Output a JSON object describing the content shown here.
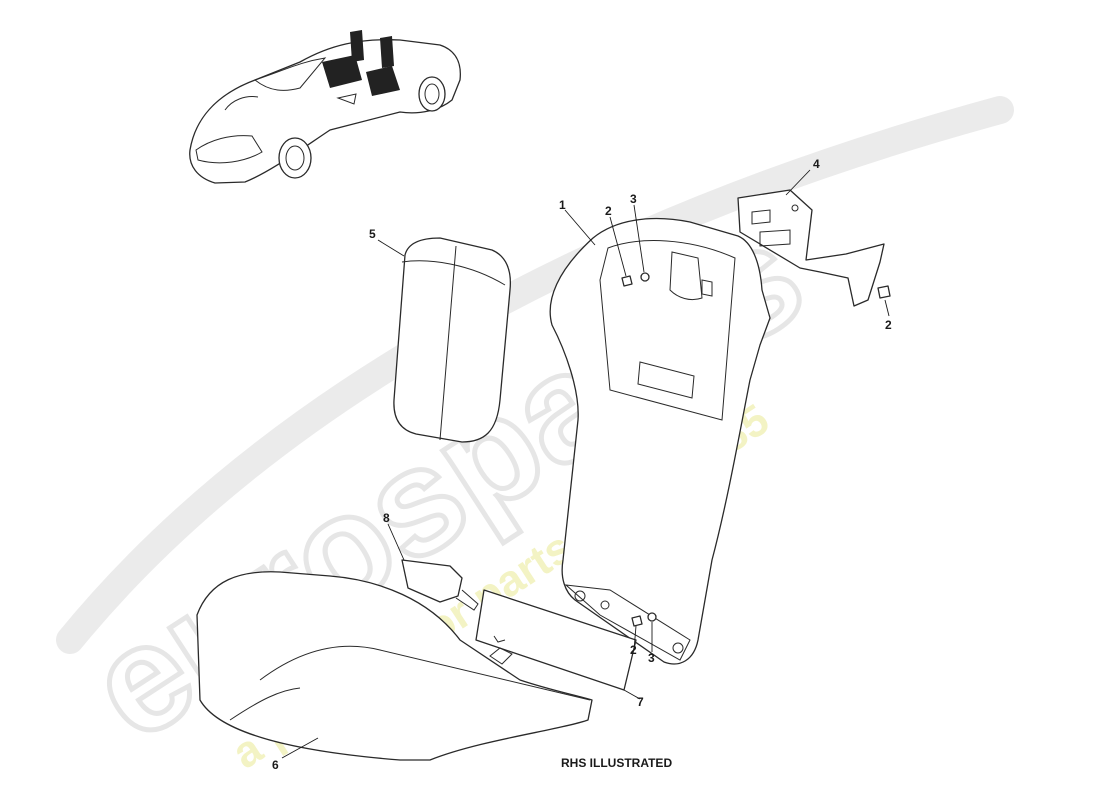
{
  "watermark": {
    "brand": "eurospares",
    "tagline": "a passion for parts since 1985"
  },
  "caption": "RHS ILLUSTRATED",
  "callouts": [
    "1",
    "2",
    "3",
    "4",
    "5",
    "2",
    "3",
    "6",
    "7",
    "8",
    "2",
    "3"
  ]
}
